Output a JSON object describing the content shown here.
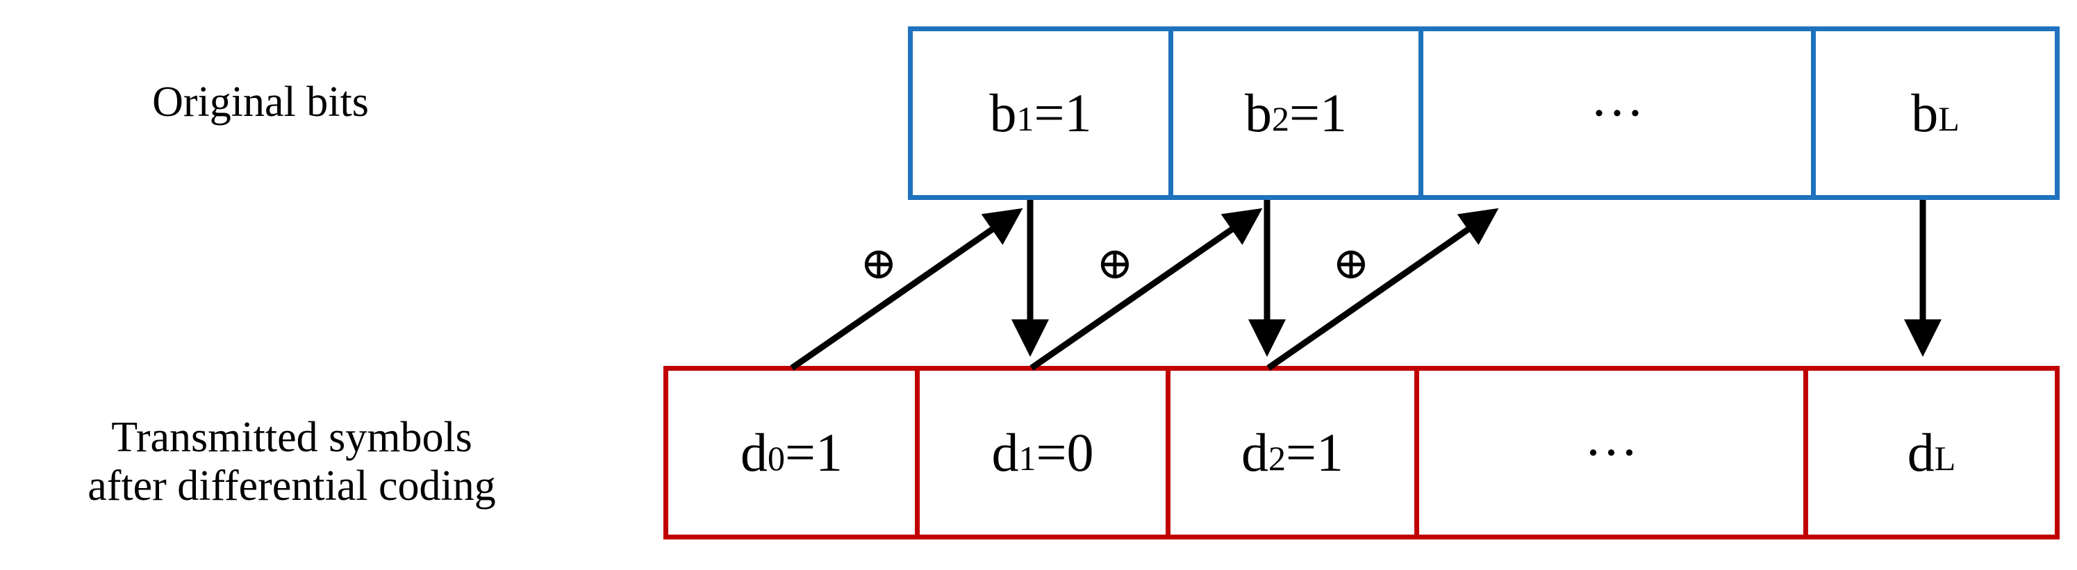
{
  "labels": {
    "original": "Original bits",
    "transmitted_line1": "Transmitted symbols",
    "transmitted_line2": "after differential coding"
  },
  "original_bits": [
    {
      "base": "b",
      "sub": "1",
      "rest": "=1"
    },
    {
      "base": "b",
      "sub": "2",
      "rest": "=1"
    },
    {
      "base": "···",
      "sub": "",
      "rest": ""
    },
    {
      "base": "b",
      "sub": "L",
      "rest": ""
    }
  ],
  "transmitted_symbols": [
    {
      "base": "d",
      "sub": "0",
      "rest": "=1"
    },
    {
      "base": "d",
      "sub": "1",
      "rest": "=0"
    },
    {
      "base": "d",
      "sub": "2",
      "rest": "=1"
    },
    {
      "base": "···",
      "sub": "",
      "rest": ""
    },
    {
      "base": "d",
      "sub": "L",
      "rest": ""
    }
  ],
  "operator_symbol": "⊕",
  "colors": {
    "original_border": "#1f72bd",
    "transmitted_border": "#c00000",
    "arrow": "#000000"
  }
}
